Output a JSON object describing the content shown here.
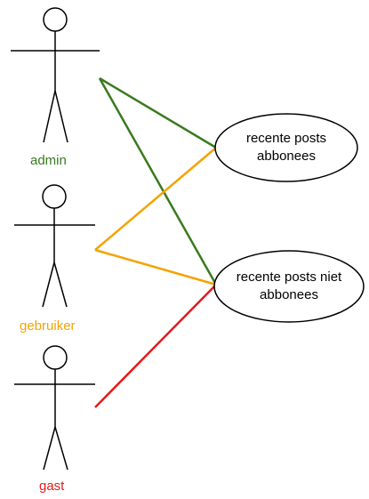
{
  "actors": [
    {
      "name": "admin",
      "color": "#3a7a1f"
    },
    {
      "name": "gebruiker",
      "color": "#f5a300"
    },
    {
      "name": "gast",
      "color": "#e31b1b"
    }
  ],
  "use_cases": [
    {
      "line1": "recente posts",
      "line2": "abbonees"
    },
    {
      "line1": "recente posts niet",
      "line2": "abbonees"
    }
  ],
  "associations": [
    {
      "actor": "admin",
      "use_case": "recente posts abbonees",
      "color": "#3a7a1f"
    },
    {
      "actor": "admin",
      "use_case": "recente posts niet abbonees",
      "color": "#3a7a1f"
    },
    {
      "actor": "gebruiker",
      "use_case": "recente posts abbonees",
      "color": "#f5a300"
    },
    {
      "actor": "gebruiker",
      "use_case": "recente posts niet abbonees",
      "color": "#f5a300"
    },
    {
      "actor": "gast",
      "use_case": "recente posts niet abbonees",
      "color": "#e31b1b"
    }
  ]
}
